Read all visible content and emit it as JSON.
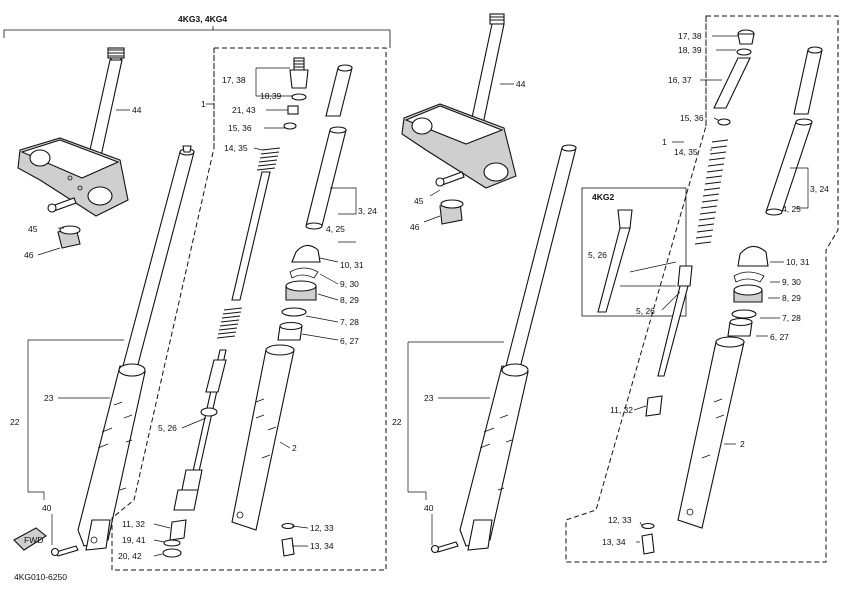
{
  "header": {
    "title": "4KG3, 4KG4"
  },
  "footer": {
    "code": "4KG010-6250"
  },
  "inset": {
    "title": "4KG2"
  },
  "labels_left": {
    "l44": "44",
    "l45": "45",
    "l46": "46",
    "l22": "22",
    "l23": "23",
    "l40": "40",
    "l1": "1",
    "l1738": "17, 38",
    "l1839": "18,39",
    "l2143": "21, 43",
    "l1536": "15, 36",
    "l1435": "14, 35",
    "l324": "3, 24",
    "l425": "4, 25",
    "l1031": "10, 31",
    "l930": "9, 30",
    "l829": "8, 29",
    "l728": "7, 28",
    "l627": "6, 27",
    "l526": "5, 26",
    "l2": "2",
    "l1132": "11, 32",
    "l1941": "19, 41",
    "l2042": "20, 42",
    "l1233": "12, 33",
    "l1334": "13, 34"
  },
  "labels_right": {
    "l44": "44",
    "l45": "45",
    "l46": "46",
    "l22": "22",
    "l23": "23",
    "l40": "40",
    "l1": "1",
    "l1738": "17, 38",
    "l1839": "18, 39",
    "l1637": "16, 37",
    "l1536": "15, 36",
    "l1435": "14, 35",
    "l324": "3, 24",
    "l425": "4, 25",
    "l1031": "10, 31",
    "l930": "9, 30",
    "l829": "8, 29",
    "l728": "7, 28",
    "l627": "6, 27",
    "l526a": "5, 26",
    "l526b": "5, 26",
    "l2": "2",
    "l1132": "11, 32",
    "l1233": "12, 33",
    "l1334": "13, 34"
  }
}
